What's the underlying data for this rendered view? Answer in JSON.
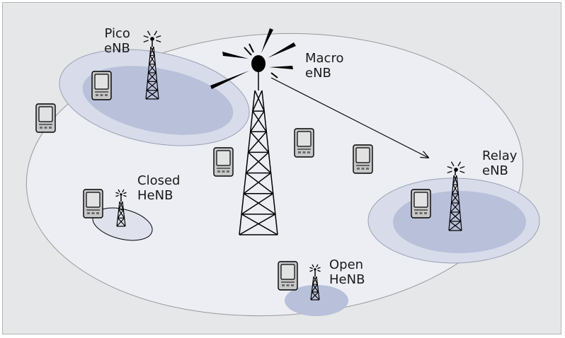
{
  "labels": {
    "pico": [
      "Pico",
      "eNB"
    ],
    "macro": [
      "Macro",
      "eNB"
    ],
    "relay": [
      "Relay",
      "eNB"
    ],
    "closed": [
      "Closed",
      "HeNB"
    ],
    "open": [
      "Open",
      "HeNB"
    ]
  },
  "colors": {
    "background": "#e6e7e8",
    "macro_cell": "#eceef4",
    "inner_cell": "#b8c0da",
    "outer_cell": "#d8dcea",
    "closed_cell": "#dfe2ec",
    "line": "#000000",
    "handset": "#c8c8c8",
    "screen": "#e2e2e2"
  },
  "icons": {
    "tower": "lattice-tower-icon",
    "handset": "handset-device-icon",
    "antenna": "radiating-antenna-icon"
  }
}
